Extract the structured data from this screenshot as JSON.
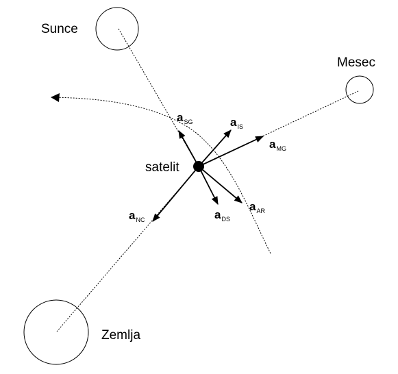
{
  "bodies": {
    "sun": "Sunce",
    "moon": "Mesec",
    "earth": "Zemlja",
    "satellite": "satelit"
  },
  "vectors": {
    "sg": {
      "main": "a",
      "sub": "SG"
    },
    "is": {
      "main": "a",
      "sub": "IS"
    },
    "mg": {
      "main": "a",
      "sub": "MG"
    },
    "nc": {
      "main": "a",
      "sub": "NC"
    },
    "ds": {
      "main": "a",
      "sub": "DS"
    },
    "ar": {
      "main": "a",
      "sub": "AR"
    }
  },
  "colors": {
    "ink": "#000000",
    "background": "#ffffff"
  }
}
